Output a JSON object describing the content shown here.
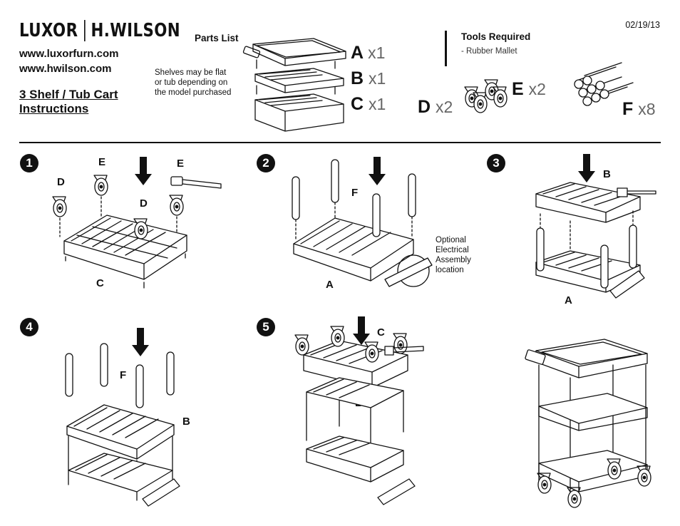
{
  "brand": {
    "left": "LUXOR",
    "right": "H.WILSON"
  },
  "urls": [
    "www.luxorfurn.com",
    "www.hwilson.com"
  ],
  "title": {
    "line1": "3 Shelf / Tub Cart",
    "line2": "Instructions"
  },
  "date": "02/19/13",
  "parts": {
    "heading": "Parts List",
    "note": [
      "Shelves may be flat",
      "or tub depending on",
      "the model purchased"
    ],
    "items": [
      {
        "letter": "A",
        "qty": "x1"
      },
      {
        "letter": "B",
        "qty": "x1"
      },
      {
        "letter": "C",
        "qty": "x1"
      },
      {
        "letter": "D",
        "qty": "x2"
      },
      {
        "letter": "E",
        "qty": "x2"
      },
      {
        "letter": "F",
        "qty": "x8"
      }
    ]
  },
  "tools": {
    "heading": "Tools Required",
    "item": "-  Rubber Mallet"
  },
  "steps": [
    {
      "num": "1",
      "labels": [
        "E",
        "E",
        "D",
        "D",
        "C"
      ]
    },
    {
      "num": "2",
      "labels": [
        "F",
        "A"
      ],
      "callout": [
        "Optional",
        "Electrical",
        "Assembly",
        "location"
      ]
    },
    {
      "num": "3",
      "labels": [
        "B",
        "A"
      ]
    },
    {
      "num": "4",
      "labels": [
        "F",
        "B"
      ]
    },
    {
      "num": "5",
      "labels": [
        "C",
        "B"
      ]
    }
  ],
  "colors": {
    "ink": "#111111",
    "qty_gray": "#666666"
  }
}
